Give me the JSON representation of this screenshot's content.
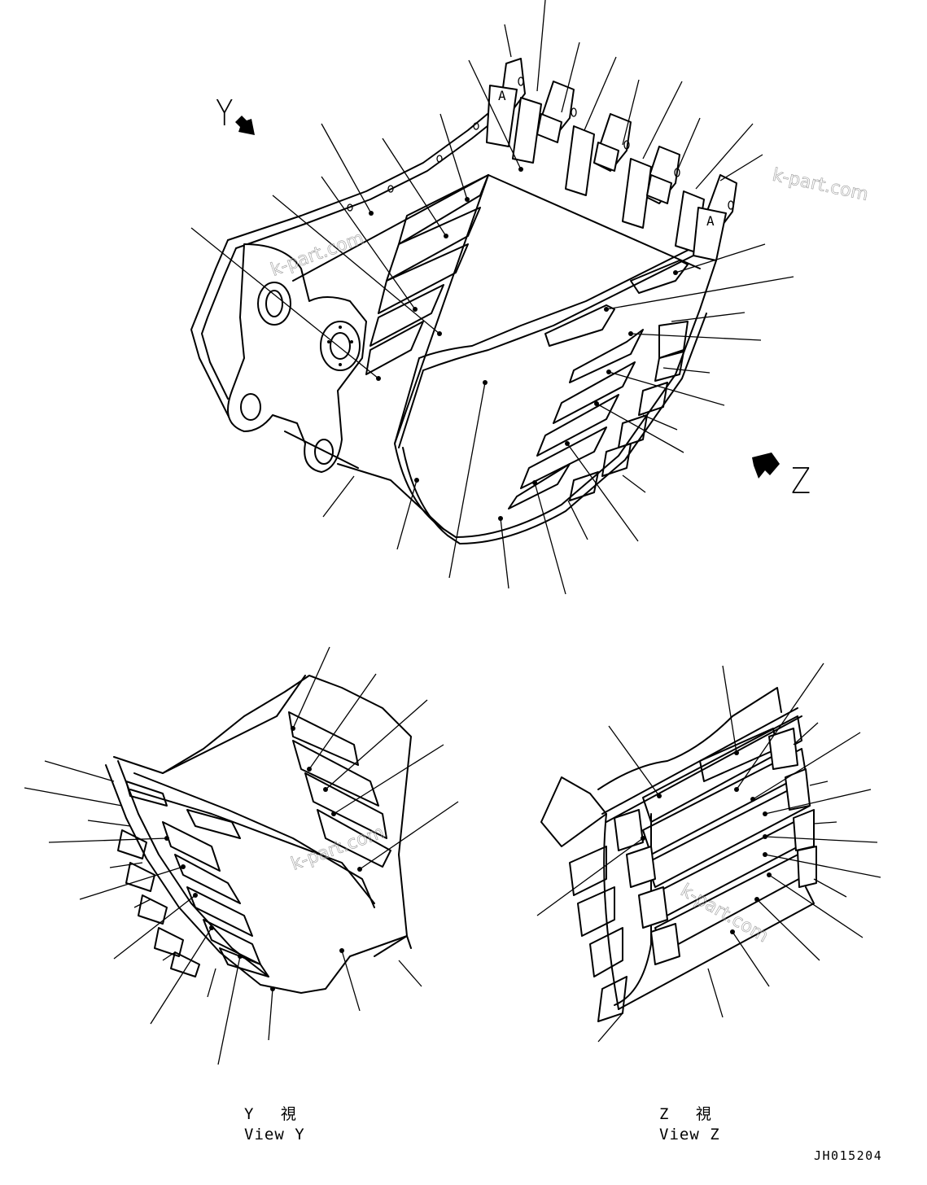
{
  "diagram": {
    "subject": "excavator bucket with teeth, side cutters and wear plates (exploded parts view)",
    "views": {
      "main": {
        "arrows": [
          {
            "label": "Y",
            "direction": "down-right"
          },
          {
            "label": "Z",
            "direction": "up-left"
          }
        ]
      },
      "view_y": {
        "caption_jp": "Y　 視",
        "caption_en": "View Y"
      },
      "view_z": {
        "caption_jp": "Z　 視",
        "caption_en": "View Z"
      }
    },
    "detail_marks": [
      "A",
      "A"
    ],
    "watermark": "k-part.com",
    "drawing_code": "JH015204",
    "colors": {
      "line": "#000000",
      "background": "#ffffff",
      "watermark": "#9a9a9a"
    }
  }
}
